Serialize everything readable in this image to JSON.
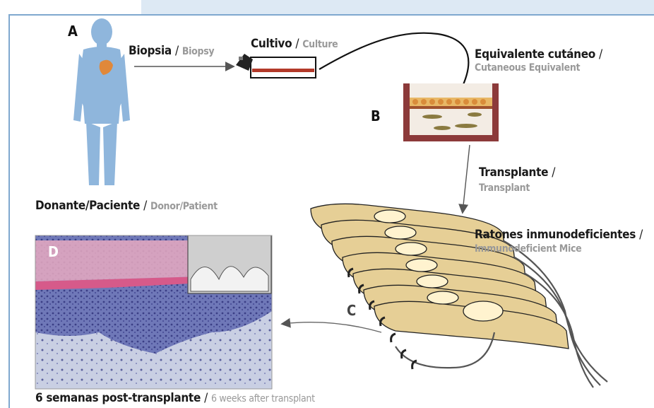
{
  "panels": {
    "a": "A",
    "b": "B",
    "c": "C",
    "d": "D"
  },
  "labels": {
    "biopsy_es": "Biopsia",
    "biopsy_en": "Biopsy",
    "culture_es": "Cultivo",
    "culture_en": "Culture",
    "equiv_es": "Equivalente cutáneo",
    "equiv_en": "Cutaneous Equivalent",
    "transplant_es": "Transplante",
    "transplant_en": "Transplant",
    "donor_es": "Donante/Paciente",
    "donor_en": "Donor/Patient",
    "mice_es": "Ratones inmunodeficientes",
    "mice_en": "Immunodeficient Mice",
    "weeks_es": "6 semanas post-transplante",
    "weeks_en": "6 weeks after transplant",
    "slash": "/"
  },
  "colors": {
    "frame": "#7fa8cf",
    "band": "#dde9f4",
    "figure": "#8fb6dc",
    "mouse": "#e6cf96",
    "dish": "#8c3a3a",
    "tissue_purple": "#6f78b8",
    "tissue_pink": "#d65a8a"
  }
}
